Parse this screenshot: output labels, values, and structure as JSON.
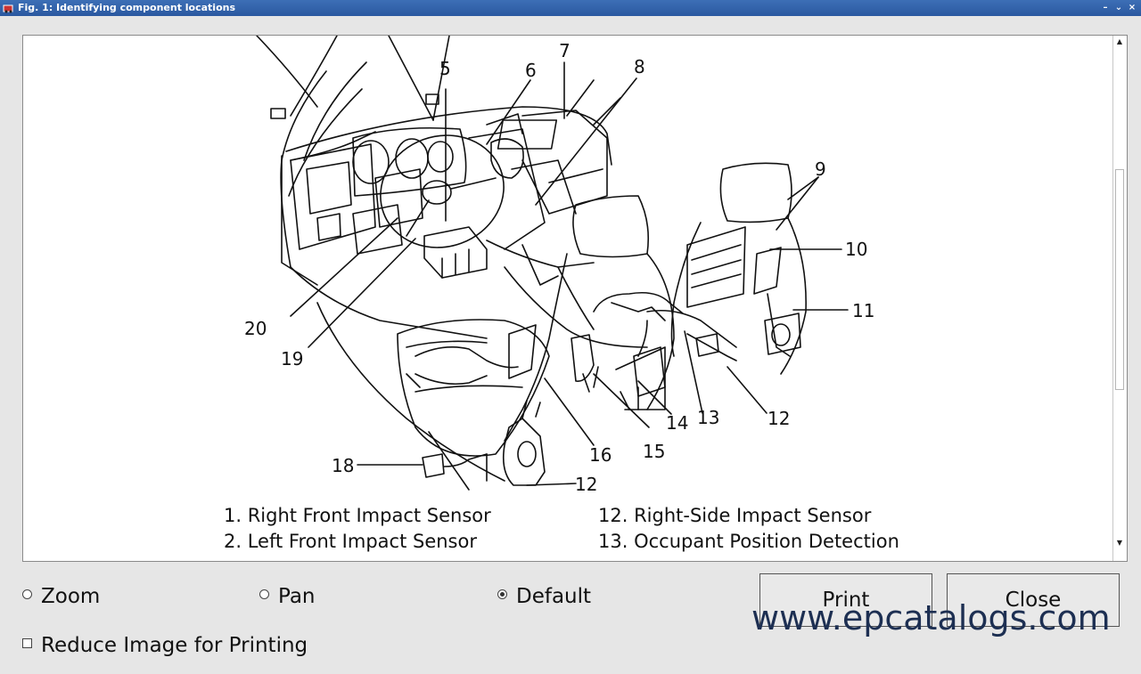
{
  "window": {
    "title": "Fig. 1: Identifying component locations",
    "controls": [
      "–",
      "⌄",
      "×"
    ]
  },
  "diagram": {
    "callouts": [
      "5",
      "6",
      "7",
      "8",
      "9",
      "10",
      "11",
      "12",
      "12",
      "13",
      "14",
      "15",
      "16",
      "18",
      "19",
      "20"
    ],
    "legend_left": [
      "1. Right Front Impact Sensor",
      "2. Left Front Impact Sensor"
    ],
    "legend_right": [
      "12. Right-Side Impact Sensor",
      "13. Occupant Position Detection"
    ]
  },
  "controls": {
    "zoom_label": "Zoom",
    "pan_label": "Pan",
    "default_label": "Default",
    "selected_mode": "Default",
    "reduce_label": "Reduce Image for Printing",
    "reduce_checked": false,
    "print_label": "Print",
    "close_label": "Close"
  },
  "watermark": "www.epcatalogs.com"
}
